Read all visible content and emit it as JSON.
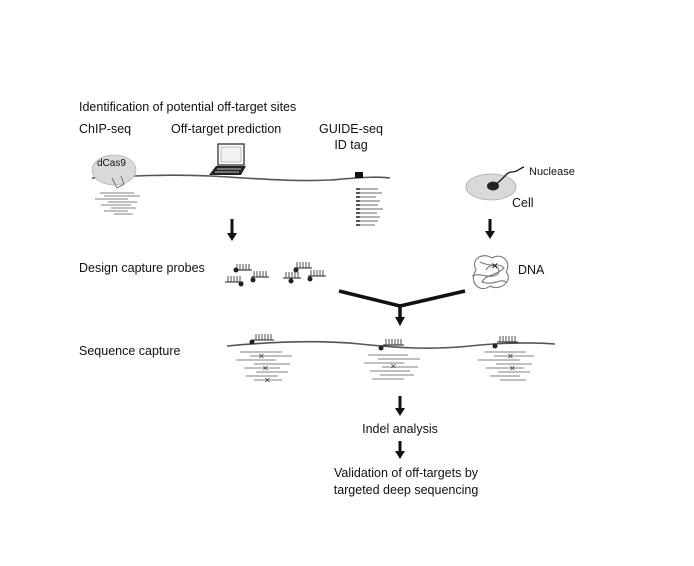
{
  "labels": {
    "header": "Identification of potential off-target sites",
    "chip_seq": "ChIP-seq",
    "offtarget_prediction": "Off-target prediction",
    "guide_seq_line1": "GUIDE-seq",
    "guide_seq_line2": "ID tag",
    "dcas9": "dCas9",
    "nuclease": "Nuclease",
    "cell": "Cell",
    "dna": "DNA",
    "design_capture_probes": "Design capture probes",
    "sequence_capture": "Sequence capture",
    "indel_analysis": "Indel analysis",
    "validation_line1": "Validation of off-targets by",
    "validation_line2": "targeted deep sequencing"
  },
  "colors": {
    "line": "#555555",
    "reads": "#9a9a9a",
    "dark": "#111111",
    "blob": "#d9d9d9",
    "x_mark": "#444444"
  }
}
